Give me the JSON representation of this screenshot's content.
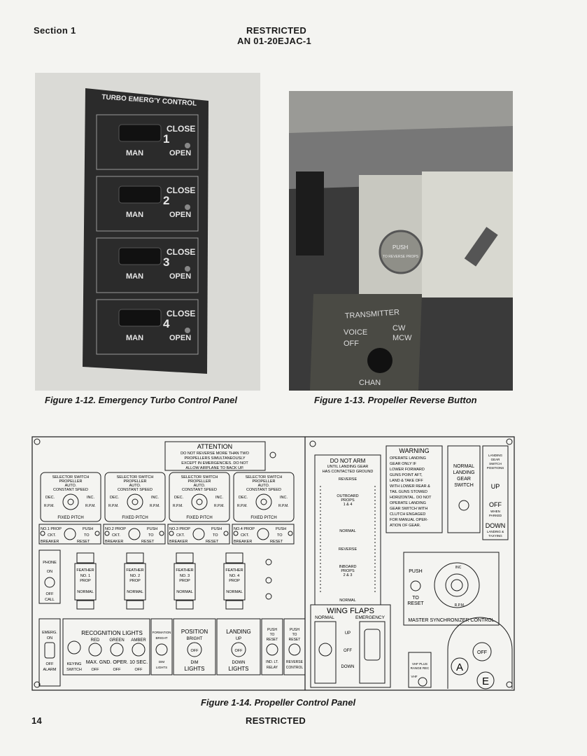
{
  "header": {
    "section": "Section 1",
    "restricted": "RESTRICTED",
    "doc_number": "AN 01-20EJAC-1"
  },
  "figure12": {
    "caption": "Figure 1-12. Emergency Turbo Control Panel",
    "panel_title": "TURBO EMERG'Y CONTROL",
    "units": [
      {
        "number": "1",
        "close": "CLOSE",
        "open": "OPEN",
        "man": "MAN"
      },
      {
        "number": "2",
        "close": "CLOSE",
        "open": "OPEN",
        "man": "MAN"
      },
      {
        "number": "3",
        "close": "CLOSE",
        "open": "OPEN",
        "man": "MAN"
      },
      {
        "number": "4",
        "close": "CLOSE",
        "open": "OPEN",
        "man": "MAN"
      }
    ]
  },
  "figure13": {
    "caption": "Figure 1-13. Propeller Reverse Button",
    "push_label": "PUSH",
    "to_reverse": "TO REVERSE PROPS",
    "transmitter": "TRANSMITTER",
    "voice": "VOICE",
    "off": "OFF",
    "cw": "CW",
    "mcw": "MCW",
    "chan": "CHAN"
  },
  "figure14": {
    "caption": "Figure 1-14. Propeller Control Panel",
    "attention": {
      "title": "ATTENTION",
      "lines": [
        "DO NOT REVERSE MORE THAN TWO",
        "PROPELLERS SIMULTANEOUSLY",
        "EXCEPT IN EMERGENCIES. DO NOT",
        "ALLOW AIRPLANE TO BACK UP."
      ]
    },
    "selector": {
      "line1": "SELECTOR SWITCH",
      "line2": "PROPELLER",
      "auto": "AUTO.",
      "constant": "CONSTANT SPEED",
      "dec": "DEC.",
      "inc": "INC.",
      "rpm": "R.P.M.",
      "fixed": "FIXED PITCH"
    },
    "breakers": [
      {
        "prop": "NO.1 PROP",
        "push": "PUSH",
        "ckt": "CKT.",
        "to": "TO",
        "breaker": "BREAKER",
        "reset": "RESET"
      },
      {
        "prop": "NO.2 PROP",
        "push": "PUSH",
        "ckt": "CKT.",
        "to": "TO",
        "breaker": "BREAKER",
        "reset": "RESET"
      },
      {
        "prop": "NO.3 PROP",
        "push": "PUSH",
        "ckt": "CKT.",
        "to": "TO",
        "breaker": "BREAKER",
        "reset": "RESET"
      },
      {
        "prop": "NO.4 PROP",
        "push": "PUSH",
        "ckt": "CKT.",
        "to": "TO",
        "breaker": "BREAKER",
        "reset": "RESET"
      }
    ],
    "phone": {
      "phone": "PHONE",
      "on": "ON",
      "off": "OFF",
      "call": "CALL"
    },
    "feather": [
      {
        "feather": "FEATHER",
        "no": "NO. 1",
        "prop": "PROP",
        "normal": "NORMAL"
      },
      {
        "feather": "FEATHER",
        "no": "NO. 2",
        "prop": "PROP",
        "normal": "NORMAL"
      },
      {
        "feather": "FEATHER",
        "no": "NO. 3",
        "prop": "PROP",
        "normal": "NORMAL"
      },
      {
        "feather": "FEATHER",
        "no": "NO. 4",
        "prop": "PROP",
        "normal": "NORMAL"
      }
    ],
    "do_not_arm": {
      "title": "DO NOT ARM",
      "line1": "UNTIL LANDING GEAR",
      "line2": "HAS CONTACTED GROUND",
      "reverse": "REVERSE",
      "outboard": "OUTBOARD",
      "props": "PROPS",
      "outboard_nums": "1 & 4",
      "normal": "NORMAL",
      "inboard": "INBOARD",
      "inboard_nums": "2 & 3"
    },
    "warning": {
      "title": "WARNING",
      "lines": [
        "OPERATE LANDING",
        "GEAR ONLY IF",
        "LOWER FORWARD",
        "GUNS POINT AFT,",
        "LAND & TAKE OFF",
        "WITH LOWER REAR &",
        "TAIL GUNS STOWED",
        "HORIZONTAL. DO NOT",
        "OPERATE LANDING",
        "GEAR SWITCH WITH",
        "CLUTCH ENGAGED",
        "FOR MANUAL OPER-",
        "ATION OF GEAR."
      ]
    },
    "landing_gear": {
      "normal": "NORMAL",
      "landing": "LANDING",
      "gear": "GEAR",
      "switch": "SWITCH",
      "pos_title1": "LANDING",
      "pos_title2": "GEAR",
      "pos_title3": "SWITCH",
      "pos_title4": "POSITIONS",
      "up": "UP",
      "off": "OFF",
      "when": "WHEN",
      "parked": "PARKED",
      "down": "DOWN",
      "landing_taxi1": "LANDING &",
      "landing_taxi2": "TAXYING"
    },
    "master_sync": {
      "label": "MASTER SYNCHRONIZER CONTROL",
      "push": "PUSH",
      "to": "TO",
      "reset": "RESET",
      "inc": "INC",
      "rpm": "R.P.M."
    },
    "emerg": {
      "emerg": "EMERG.",
      "on": "ON",
      "off": "OFF",
      "alarm": "ALARM"
    },
    "recognition": {
      "title": "RECOGNITION  LIGHTS",
      "red": "RED",
      "green": "GREEN",
      "amber": "AMBER",
      "keying": "KEYING",
      "switch": "SWITCH",
      "max": "MAX. GND. OPER. 10 SEC.",
      "off": "OFF"
    },
    "formation": {
      "formation": "FORMATION",
      "bright": "BRIGHT",
      "dim": "DIM",
      "lights": "LIGHTS"
    },
    "position": {
      "title": "POSITION",
      "bright": "BRIGHT",
      "off": "OFF",
      "dim": "DIM",
      "lights": "LIGHTS"
    },
    "landing": {
      "title": "LANDING",
      "up": "UP",
      "off": "OFF",
      "down": "DOWN",
      "lights": "LIGHTS"
    },
    "relay": {
      "push": "PUSH",
      "to": "TO",
      "reset": "RESET",
      "ind": "IND. LT.",
      "relay": "RELAY"
    },
    "reverse_control": {
      "push": "PUSH",
      "to": "TO",
      "reset": "RESET",
      "reverse": "REVERSE",
      "control": "CONTROL"
    },
    "wing_flaps": {
      "title": "WING  FLAPS",
      "normal": "NORMAL",
      "emergency": "EMERGENCY",
      "up": "UP",
      "off": "OFF",
      "down": "DOWN"
    },
    "vhf": {
      "line1": "VHF PLUS",
      "line2": "RANGE REC",
      "line3": "VHF"
    },
    "gauges": {
      "a": "A",
      "e": "E",
      "off": "OFF"
    }
  },
  "footer": {
    "page_number": "14",
    "restricted": "RESTRICTED"
  }
}
